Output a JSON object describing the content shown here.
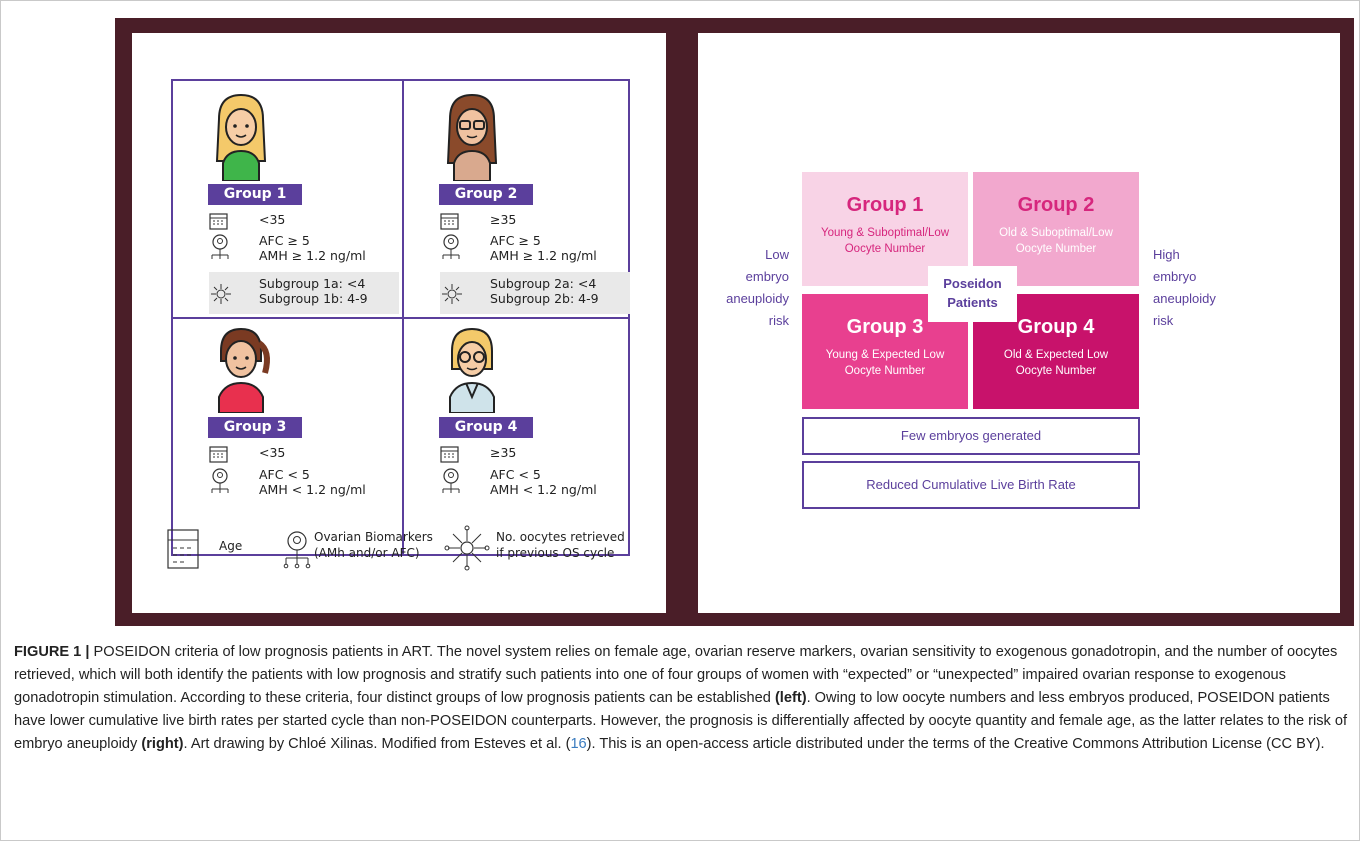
{
  "left_panel": {
    "groups": [
      {
        "label": "Group 1",
        "age": "<35",
        "afc": "AFC ≥ 5",
        "amh": "AMH ≥ 1.2 ng/ml",
        "sub_a": "Subgroup 1a: <4",
        "sub_b": "Subgroup 1b: 4-9"
      },
      {
        "label": "Group 2",
        "age": "≥35",
        "afc": "AFC ≥ 5",
        "amh": "AMH ≥ 1.2 ng/ml",
        "sub_a": "Subgroup 2a: <4",
        "sub_b": "Subgroup 2b: 4-9"
      },
      {
        "label": "Group 3",
        "age": "<35",
        "afc": "AFC < 5",
        "amh": "AMH < 1.2 ng/ml"
      },
      {
        "label": "Group 4",
        "age": "≥35",
        "afc": "AFC < 5",
        "amh": "AMH < 1.2 ng/ml"
      }
    ],
    "legend": {
      "age": "Age",
      "biomarkers_1": "Ovarian Biomarkers",
      "biomarkers_2": "(AMh and/or AFC)",
      "oocytes_1": "No. oocytes retrieved",
      "oocytes_2": "if previous OS cycle"
    },
    "icons": [
      "calendar-icon",
      "biomarker-icon",
      "oocyte-icon"
    ],
    "colors": {
      "accent": "#5b3f9c"
    }
  },
  "right_panel": {
    "quadrants": [
      {
        "title": "Group 1",
        "sub1": "Young & Suboptimal/Low",
        "sub2": "Oocyte Number",
        "bg": "#f8d3e6",
        "color": "#d6267d",
        "subcolor": "#d6267d"
      },
      {
        "title": "Group 2",
        "sub1": "Old & Suboptimal/Low",
        "sub2": "Oocyte Number",
        "bg": "#f2a8ce",
        "color": "#d6267d",
        "subcolor": "#ffffff"
      },
      {
        "title": "Group 3",
        "sub1": "Young & Expected Low",
        "sub2": "Oocyte Number",
        "bg": "#e8408f",
        "color": "#ffffff",
        "subcolor": "#ffffff"
      },
      {
        "title": "Group 4",
        "sub1": "Old & Expected Low",
        "sub2": "Oocyte Number",
        "bg": "#c8126b",
        "color": "#ffffff",
        "subcolor": "#ffffff"
      }
    ],
    "center_1": "Poseidon",
    "center_2": "Patients",
    "left_label": [
      "Low",
      "embryo",
      "aneuploidy",
      "risk"
    ],
    "right_label": [
      "High",
      "embryo",
      "aneuploidy",
      "risk"
    ],
    "box1": "Few embryos generated",
    "box2": "Reduced Cumulative Live Birth Rate"
  },
  "caption": {
    "fig_label": "FIGURE 1 |",
    "part1": " POSEIDON criteria of low prognosis patients in ART. The novel system relies on female age, ovarian reserve markers, ovarian sensitivity to exogenous gonadotropin, and the number of oocytes retrieved, which will both identify the patients with low prognosis and stratify such patients into one of four groups of women with “expected” or “unexpected” impaired ovarian response to exogenous gonadotropin stimulation. According to these criteria, four distinct groups of low prognosis patients can be established ",
    "left_bold": "(left)",
    "part2": ". Owing to low oocyte numbers and less embryos produced, POSEIDON patients have lower cumulative live birth rates per started cycle than non-POSEIDON counterparts. However, the prognosis is differentially affected by oocyte quantity and female age, as the latter relates to the risk of embryo aneuploidy ",
    "right_bold": "(right)",
    "part3": ". Art drawing by Chloé Xilinas. Modified from Esteves et al. (",
    "ref": "16",
    "part4": "). This is an open-access article distributed under the terms of the Creative Commons Attribution License (CC BY)."
  }
}
